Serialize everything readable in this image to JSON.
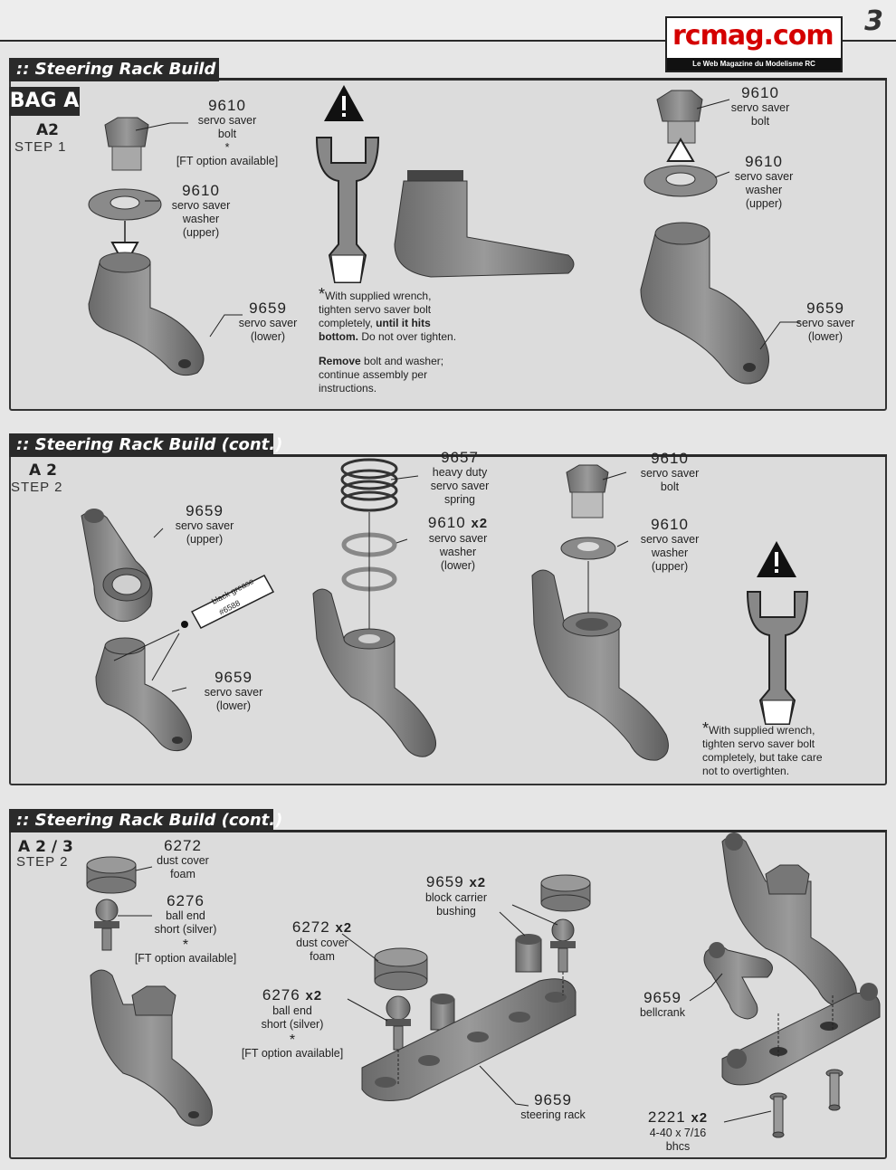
{
  "page_number": "3",
  "logo": {
    "text": "rcmag.com",
    "subtitle": "Le Web Magazine du Modelisme RC"
  },
  "section1": {
    "header": ":: Steering Rack Build",
    "bag": "BAG A",
    "step_code": "A2",
    "step_label": "STEP 1",
    "labels": [
      {
        "num": "9610",
        "lines": [
          "servo saver",
          "bolt",
          "*",
          "[FT option available]"
        ]
      },
      {
        "num": "9610",
        "lines": [
          "servo saver",
          "washer",
          "(upper)"
        ]
      },
      {
        "num": "9659",
        "lines": [
          "servo saver",
          "(lower)"
        ]
      },
      {
        "num": "9610",
        "lines": [
          "servo saver",
          "bolt"
        ]
      },
      {
        "num": "9610",
        "lines": [
          "servo saver",
          "washer",
          "(upper)"
        ]
      },
      {
        "num": "9659",
        "lines": [
          "servo saver",
          "(lower)"
        ]
      }
    ],
    "note": {
      "star": "*",
      "p1_a": "With supplied wrench,",
      "p1_b": "tighten servo saver bolt",
      "p1_c": "completely, ",
      "p1_c_bold": "until it hits",
      "p1_d_bold": "bottom.",
      "p1_d": " Do not over tighten.",
      "p2_bold": "Remove",
      "p2_a": " bolt and washer;",
      "p2_b": "continue assembly per",
      "p2_c": "instructions."
    }
  },
  "section2": {
    "header": ":: Steering Rack Build (cont.)",
    "step_code": "A 2",
    "step_label": "STEP 2",
    "labels": [
      {
        "num": "9659",
        "lines": [
          "servo saver",
          "(upper)"
        ]
      },
      {
        "num": "9659",
        "lines": [
          "servo saver",
          "(lower)"
        ]
      },
      {
        "num": "9657",
        "lines": [
          "heavy duty",
          "servo saver",
          "spring"
        ]
      },
      {
        "num": "9610",
        "mult": "x2",
        "lines": [
          "servo saver",
          "washer",
          "(lower)"
        ]
      },
      {
        "num": "9610",
        "lines": [
          "servo saver",
          "bolt"
        ]
      },
      {
        "num": "9610",
        "lines": [
          "servo saver",
          "washer",
          "(upper)"
        ]
      }
    ],
    "grease": {
      "line1": "black grease",
      "line2": "#6588"
    },
    "note": {
      "star": "*",
      "a": "With supplied wrench,",
      "b": "tighten servo saver bolt",
      "c": "completely,  but take care",
      "d": "not to overtighten."
    }
  },
  "section3": {
    "header": ":: Steering Rack Build (cont.)",
    "step_code": "A 2 / 3",
    "step_label": "STEP 2",
    "labels": [
      {
        "num": "6272",
        "lines": [
          "dust cover",
          "foam"
        ]
      },
      {
        "num": "6276",
        "lines": [
          "ball end",
          "short (silver)",
          "*",
          "[FT option available]"
        ]
      },
      {
        "num": "6272",
        "mult": "x2",
        "lines": [
          "dust cover",
          "foam"
        ]
      },
      {
        "num": "6276",
        "mult": "x2",
        "lines": [
          "ball end",
          "short (silver)",
          "*",
          "[FT option available]"
        ]
      },
      {
        "num": "9659",
        "mult": "x2",
        "lines": [
          "block carrier",
          "bushing"
        ]
      },
      {
        "num": "9659",
        "lines": [
          "steering rack"
        ]
      },
      {
        "num": "9659",
        "lines": [
          "bellcrank"
        ]
      },
      {
        "num": "2221",
        "mult": "x2",
        "lines": [
          "4-40 x 7/16",
          "bhcs"
        ]
      }
    ]
  }
}
